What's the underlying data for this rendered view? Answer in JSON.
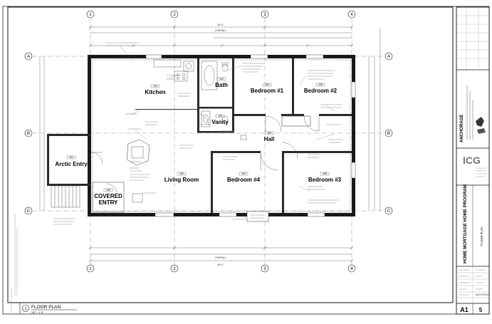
{
  "rooms": {
    "kitchen": "Kitchen",
    "bath": "Bath",
    "vanity": "Vanity",
    "bedroom1": "Bedroom #1",
    "bedroom2": "Bedroom #2",
    "hall": "Hall",
    "arctic_entry": "Arctic Entry",
    "living_room": "Living Room",
    "bedroom4": "Bedroom #4",
    "bedroom3": "Bedroom #3",
    "covered_entry_line1": "COVERED",
    "covered_entry_line2": "ENTRY"
  },
  "room_numbers": {
    "kitchen": "103",
    "bath": "110",
    "vanity": "109",
    "bedroom1": "106",
    "bedroom2": "105",
    "hall": "107",
    "arctic_entry": "101",
    "living_room": "102",
    "bedroom4": "104",
    "bedroom3": "108",
    "covered_entry": "100"
  },
  "grid_columns": [
    "1",
    "2",
    "3",
    "4"
  ],
  "grid_rows": [
    "A",
    "B",
    "C"
  ],
  "dimensions": {
    "overall_top": "48'-0\"",
    "overall_bottom": "48'-0\"",
    "overall_label": "OVERALL"
  },
  "drawing": {
    "number": "1",
    "title": "FLOOR PLAN",
    "scale": "1/8\" = 1'-0\""
  },
  "title_block": {
    "company": "ANCHORAGE",
    "program": "HOME MORTGAGE HOME PROGRAM",
    "sheet_title": "FLOOR PLAN",
    "sheet_number": "A1",
    "sheet_count": "5"
  }
}
